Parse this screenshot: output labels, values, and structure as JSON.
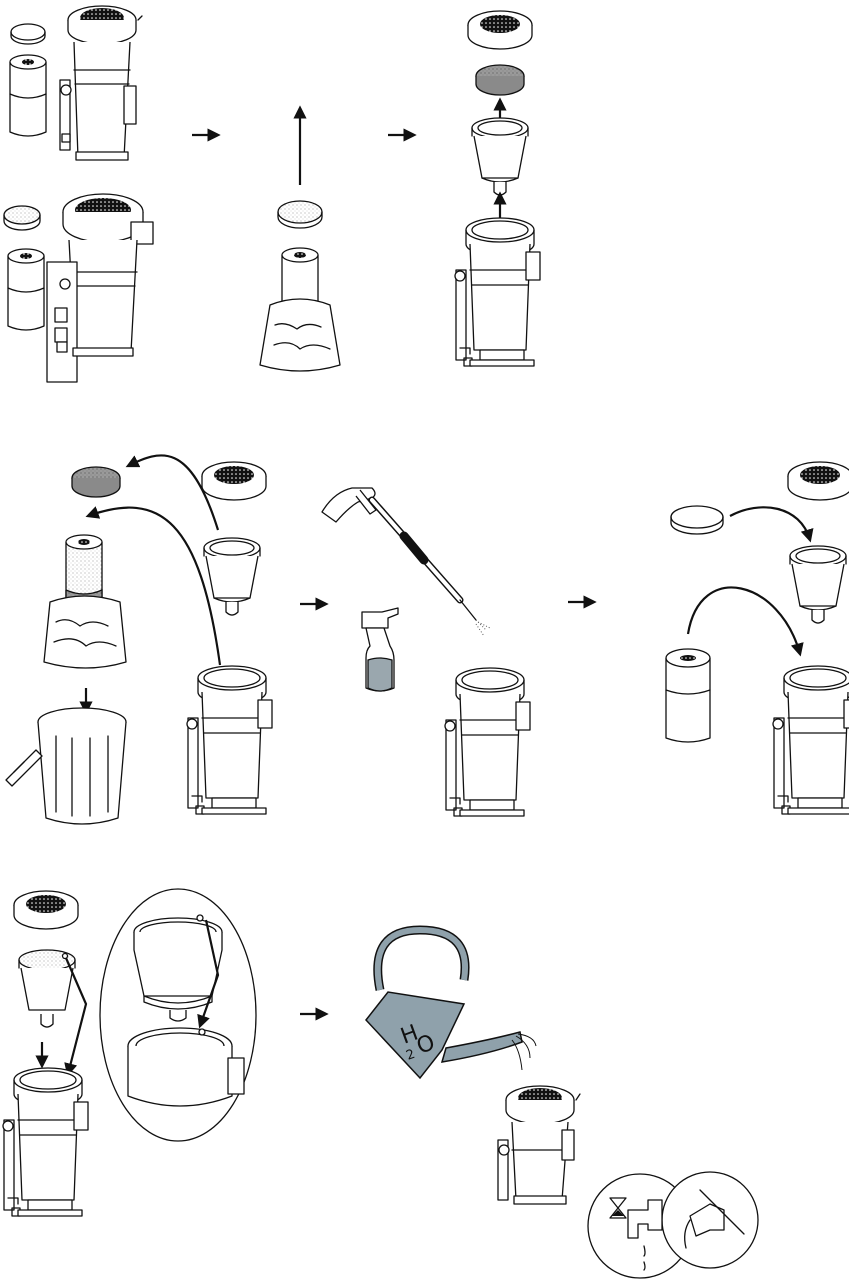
{
  "labels": {
    "water_main": "H",
    "water_sub": "2",
    "water_end": "O"
  },
  "colors": {
    "line": "#111111",
    "can_fill": "#8fa1ab",
    "bottle_fill": "#9aa7ae",
    "filter_grey": "#9a9a9a"
  },
  "steps": [
    {
      "id": "disassemble",
      "icons": [
        "lid-icon",
        "filter-pad-icon",
        "filter-cartridge-icon",
        "separator-housing-icon"
      ]
    },
    {
      "id": "bag-cartridge",
      "icons": [
        "filter-pad-icon",
        "filter-cartridge-icon",
        "bag-icon",
        "up-arrow-icon"
      ]
    },
    {
      "id": "remove-insert",
      "icons": [
        "lid-icon",
        "filter-pad-icon",
        "insert-icon",
        "separator-housing-icon"
      ]
    },
    {
      "id": "dispose",
      "icons": [
        "trash-bin-icon",
        "bag-icon"
      ]
    },
    {
      "id": "clean",
      "icons": [
        "spray-gun-icon",
        "spray-bottle-icon"
      ]
    },
    {
      "id": "reassemble",
      "icons": [
        "filter-pad-icon",
        "filter-cartridge-icon",
        "insert-icon"
      ]
    },
    {
      "id": "align-marks",
      "icons": [
        "detail-magnifier-icon"
      ]
    },
    {
      "id": "fill-water",
      "icons": [
        "watering-can-icon",
        "drain-valve-icon",
        "hourglass-icon"
      ]
    }
  ]
}
